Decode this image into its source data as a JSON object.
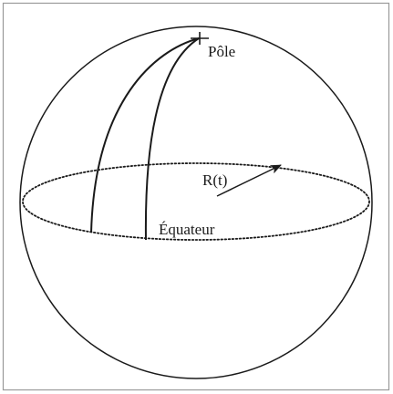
{
  "diagram": {
    "labels": {
      "pole": "Pôle",
      "radius": "R(t)",
      "equator": "Équateur"
    },
    "colors": {
      "ink": "#1a1a1a",
      "frame": "#9a9a9a",
      "background": "#ffffff"
    }
  }
}
